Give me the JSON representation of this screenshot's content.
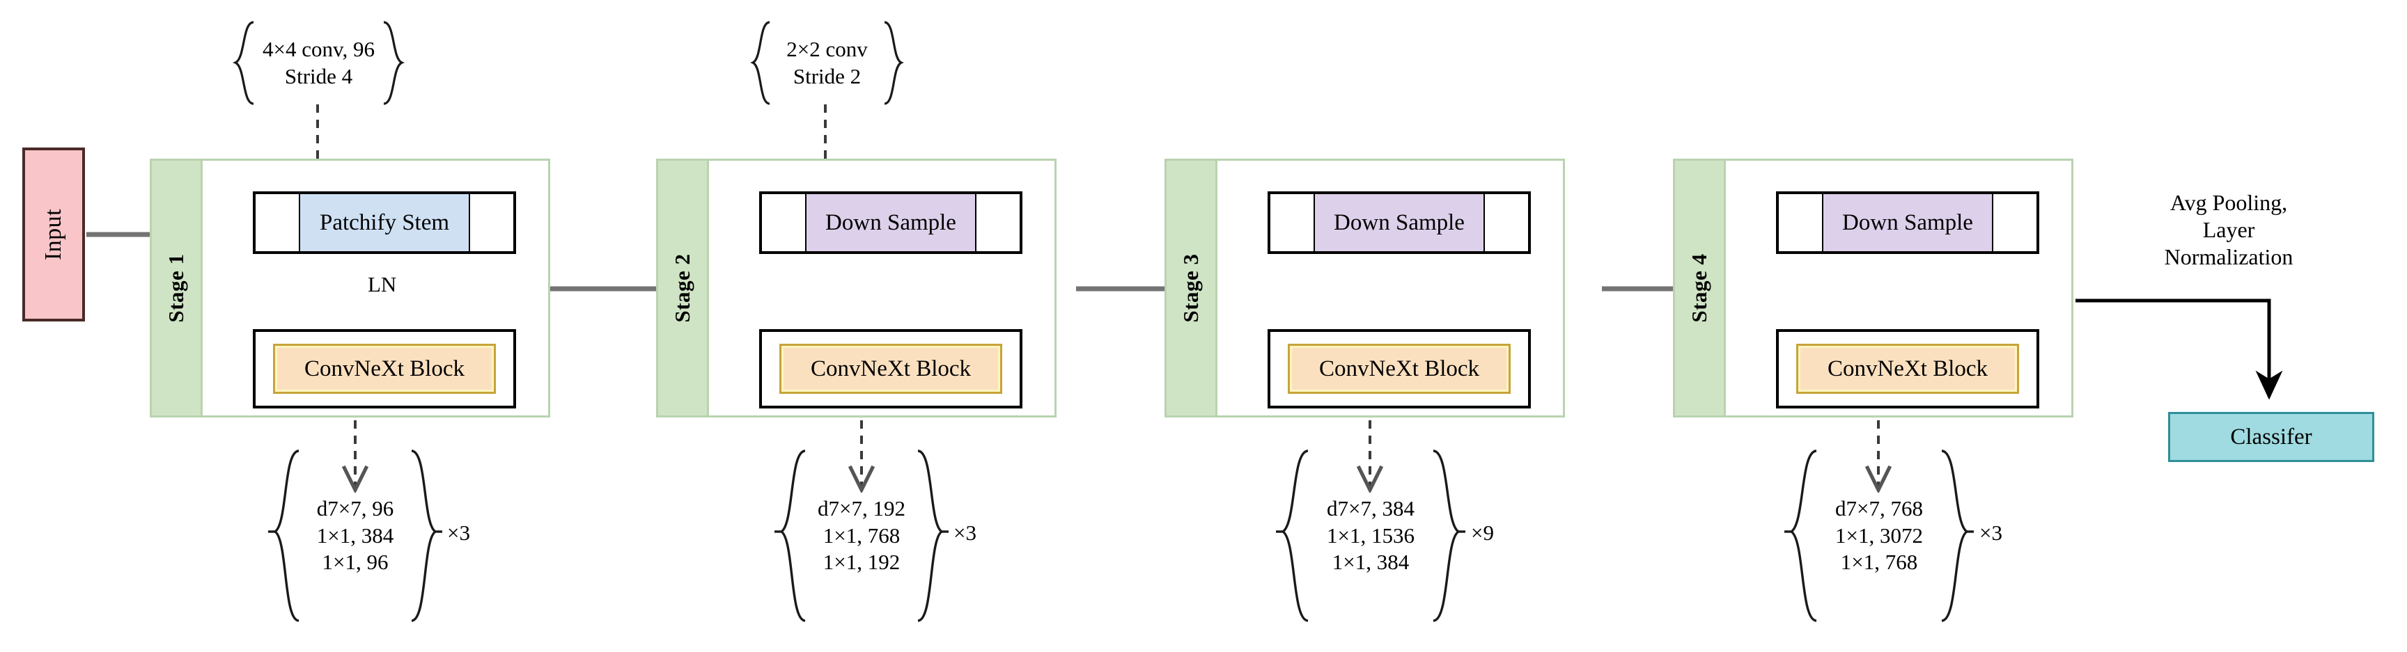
{
  "input": {
    "label": "Input",
    "fill": "#f9c5c9",
    "border": "#4a2a28"
  },
  "stages": [
    {
      "label": "Stage 1",
      "top_brace": {
        "lines": [
          "4×4 conv, 96",
          "Stride 4"
        ]
      },
      "top_block": {
        "label": "Patchify Stem",
        "fill": "#cfe0f3"
      },
      "mid_label": "LN",
      "block": {
        "label": "ConvNeXt Block",
        "fill": "#fbe0c0",
        "border": "#c8a33a"
      },
      "bottom_brace": {
        "lines": [
          "d7×7, 96",
          "1×1, 384",
          "1×1, 96"
        ],
        "repeat": "×3"
      }
    },
    {
      "label": "Stage 2",
      "top_brace": {
        "lines": [
          "2×2 conv",
          "Stride 2"
        ]
      },
      "top_block": {
        "label": "Down Sample",
        "fill": "#ddd0ea"
      },
      "mid_label": "",
      "block": {
        "label": "ConvNeXt Block",
        "fill": "#fbe0c0",
        "border": "#c8a33a"
      },
      "bottom_brace": {
        "lines": [
          "d7×7, 192",
          "1×1, 768",
          "1×1, 192"
        ],
        "repeat": "×3"
      }
    },
    {
      "label": "Stage 3",
      "top_brace": {
        "lines": []
      },
      "top_block": {
        "label": "Down Sample",
        "fill": "#ddd0ea"
      },
      "mid_label": "",
      "block": {
        "label": "ConvNeXt Block",
        "fill": "#fbe0c0",
        "border": "#c8a33a"
      },
      "bottom_brace": {
        "lines": [
          "d7×7, 384",
          "1×1, 1536",
          "1×1, 384"
        ],
        "repeat": "×9"
      }
    },
    {
      "label": "Stage 4",
      "top_brace": {
        "lines": []
      },
      "top_block": {
        "label": "Down Sample",
        "fill": "#ddd0ea"
      },
      "mid_label": "",
      "block": {
        "label": "ConvNeXt Block",
        "fill": "#fbe0c0",
        "border": "#c8a33a"
      },
      "bottom_brace": {
        "lines": [
          "d7×7, 768",
          "1×1, 3072",
          "1×1, 768"
        ],
        "repeat": "×3"
      }
    }
  ],
  "tail": {
    "text_line1": "Avg Pooling,",
    "text_line2": "Layer",
    "text_line3": "Normalization",
    "classifier_label": "Classifer",
    "classifier_fill": "#9fdbe0",
    "classifier_border": "#2e8f99"
  },
  "colors": {
    "stage_bar": "#cfe3c5",
    "stage_border": "#b9d3b0",
    "arrow_gray": "#737373",
    "arrow_black": "#000000"
  }
}
